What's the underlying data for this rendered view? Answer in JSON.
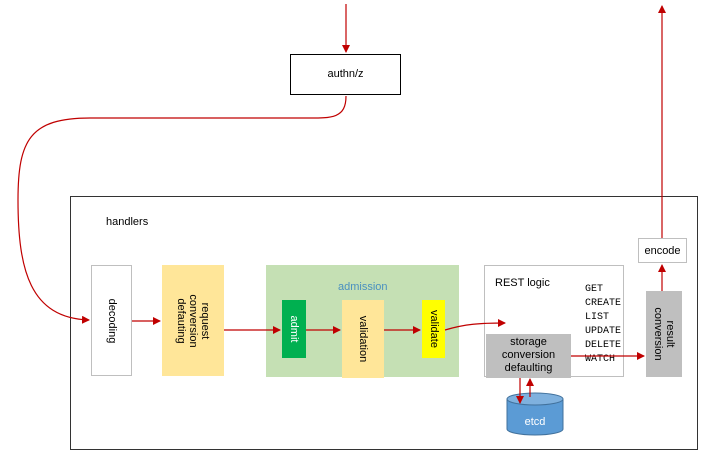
{
  "authz": "authn/z",
  "handlers": "handlers",
  "decoding": "decoding",
  "request_block": [
    "request",
    "conversion",
    "defauting"
  ],
  "admission": "admission",
  "admit": "admit",
  "validation": "validation",
  "validate": "validate",
  "rest_logic": "REST logic",
  "verbs": [
    "GET",
    "CREATE",
    "LIST",
    "UPDATE",
    "DELETE",
    "WATCH"
  ],
  "storage_block": [
    "storage",
    "conversion",
    "defaulting"
  ],
  "etcd": "etcd",
  "result_block": [
    "result",
    "conversion"
  ],
  "encode": "encode",
  "colors": {
    "arrow": "#c00000",
    "yellow_box": "#ffe699",
    "admission_bg": "#c5e0b4",
    "admit": "#00b050",
    "validate": "#ffff00",
    "gray_box": "#bfbfbf",
    "etcd": "#5b9bd5"
  }
}
